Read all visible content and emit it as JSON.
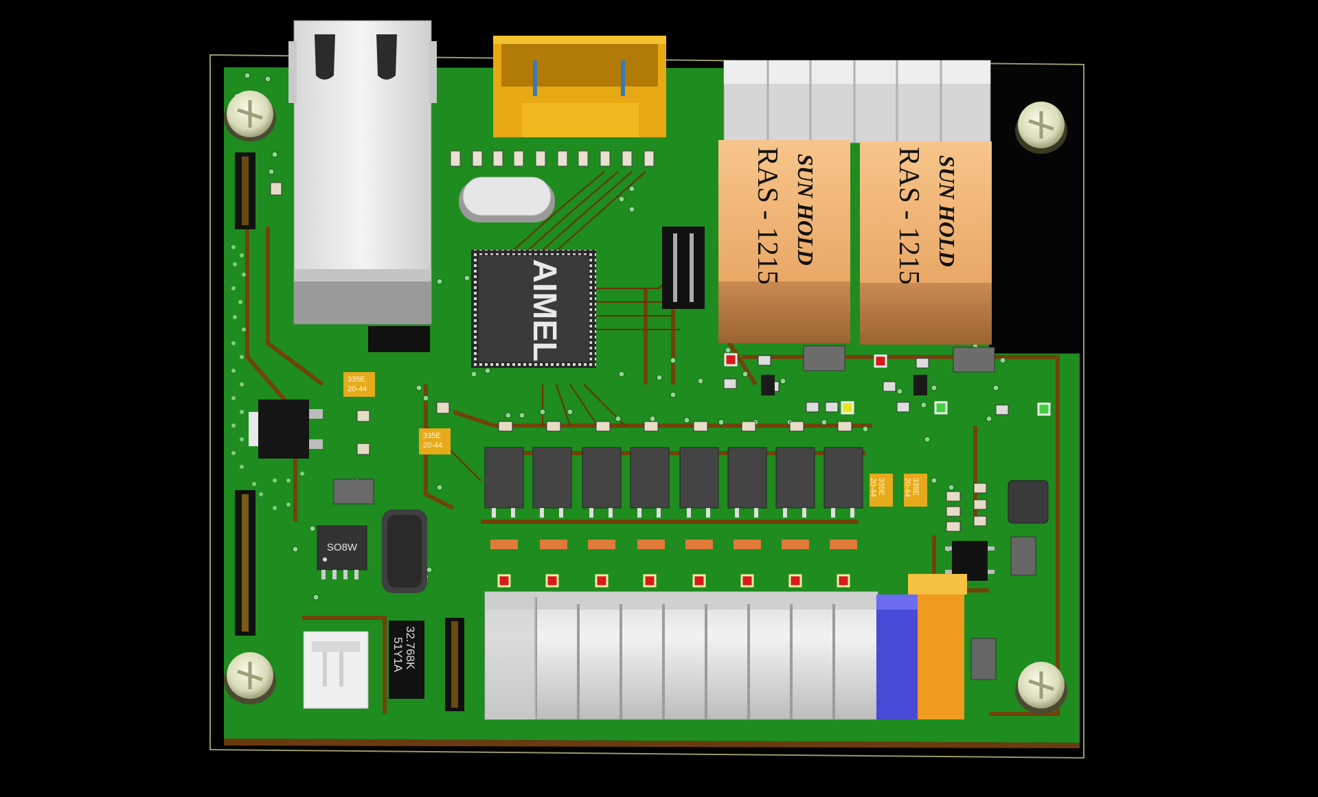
{
  "image": {
    "subject": "3D render of PCB",
    "background_color": "#000000",
    "board_color": "#1a8a1a",
    "trace_color": "#7a3a0a"
  },
  "relay_1": {
    "line1": "SUN HOLD",
    "line2": "RAS - 1215"
  },
  "relay_2": {
    "line1": "SUN HOLD",
    "line2": "RAS - 1215"
  },
  "mcu_logo": "AIMEL",
  "soic_label": "SO8W",
  "crystal_label": {
    "line1": "32.768K",
    "line2": "51Y1A"
  },
  "cap_1": {
    "line1": "335E",
    "line2": "20-44"
  },
  "cap_2": {
    "line1": "335E",
    "line2": "20-44"
  },
  "cap_3": {
    "line1": "335E",
    "line2": "20-44"
  },
  "cap_4": {
    "line1": "335E",
    "line2": "20-44"
  }
}
